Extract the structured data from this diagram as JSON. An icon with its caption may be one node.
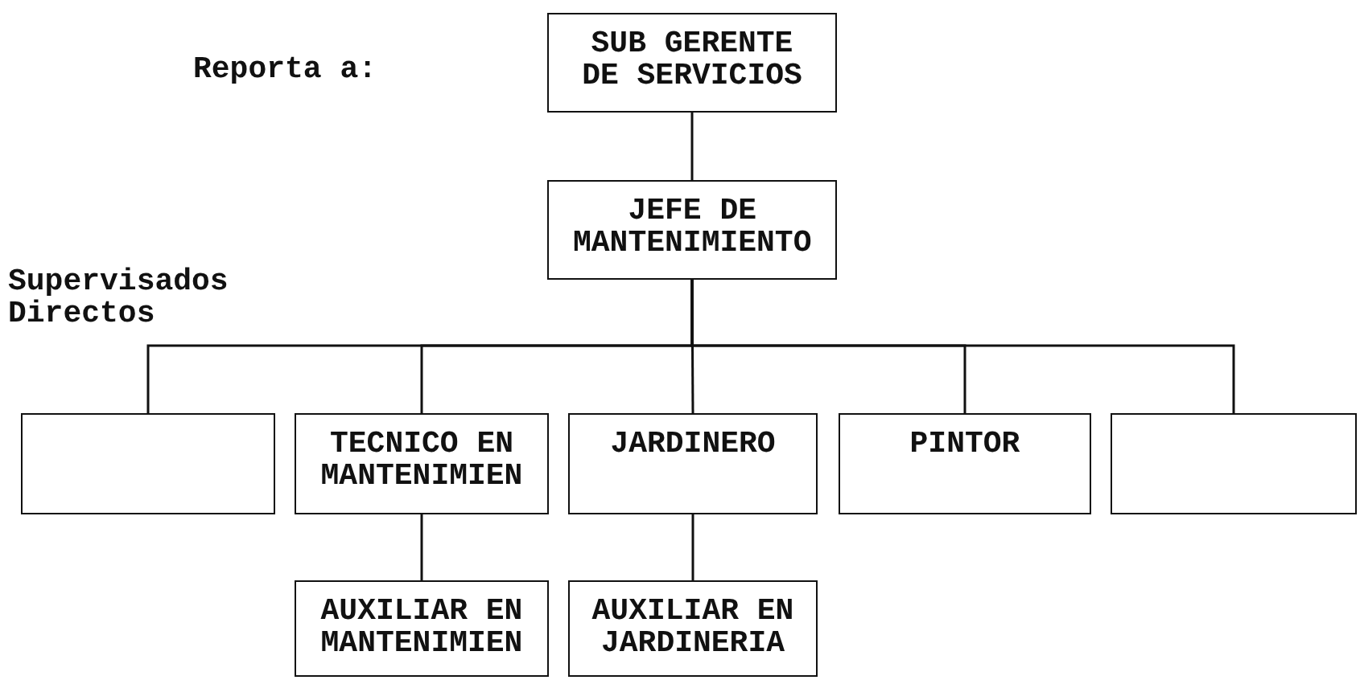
{
  "diagram": {
    "nodes": [
      {
        "text": [
          "SUB GERENTE DE SERVICIOS"
        ]
      },
      {
        "text": [
          "JEFE DE MANTENIMIENTO"
        ]
      },
      {
        "text": [],
        "shape": "box"
      },
      {
        "text": [
          "TECNICO EN MANTENIMIEN"
        ]
      },
      {
        "text": [
          "JARDINERO"
        ]
      },
      {
        "text": [
          "PINTOR"
        ]
      },
      {
        "text": [],
        "shape": "box"
      },
      {
        "text": [
          "AUXILIAR EN MANTENIMIEN"
        ]
      },
      {
        "text": [
          "AUXILIAR EN JARDINERIA"
        ]
      }
    ],
    "edges": [
      {
        "from": 0,
        "to": 1,
        "arrow": "none"
      },
      {
        "from": 1,
        "to": 2,
        "arrow": "none"
      },
      {
        "from": 1,
        "to": 3,
        "arrow": "none"
      },
      {
        "from": 1,
        "to": 4,
        "arrow": "none"
      },
      {
        "from": 1,
        "to": 5,
        "arrow": "none"
      },
      {
        "from": 1,
        "to": 6,
        "arrow": "none"
      },
      {
        "from": 3,
        "to": 7,
        "arrow": "none"
      },
      {
        "from": 4,
        "to": 8,
        "arrow": "none"
      }
    ],
    "labels": [
      "Reporta a:",
      "Supervisados Directos"
    ]
  }
}
